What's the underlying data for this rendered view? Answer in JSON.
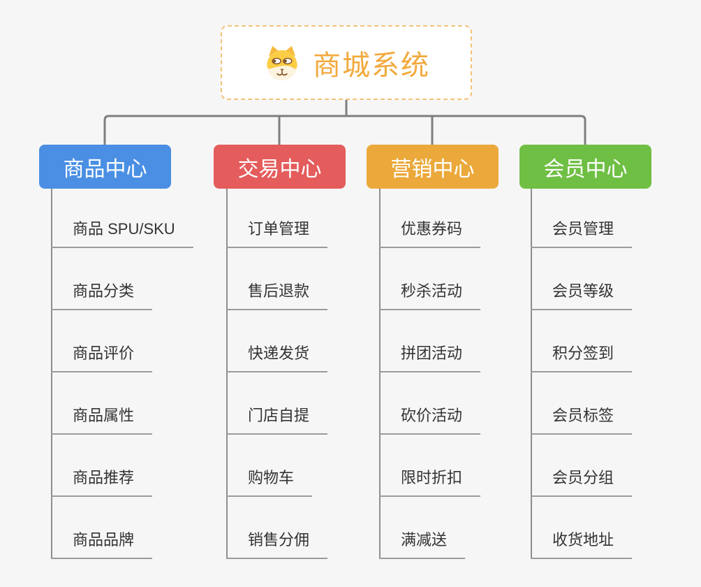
{
  "page": {
    "background": "#f6f6f6"
  },
  "root": {
    "title": "商城系统",
    "icon": "dog-face-icon",
    "text_color": "#f2a93c",
    "border_color": "#f3c279",
    "background": "#ffffff"
  },
  "connector": {
    "color": "#7e7e7e",
    "trunk_color": "#8e8e8e",
    "underline_color": "#9b9b9b"
  },
  "branches": [
    {
      "label": "商品中心",
      "color": "#4a8fe3",
      "items": [
        "商品 SPU/SKU",
        "商品分类",
        "商品评价",
        "商品属性",
        "商品推荐",
        "商品品牌"
      ]
    },
    {
      "label": "交易中心",
      "color": "#e45c5c",
      "items": [
        "订单管理",
        "售后退款",
        "快递发货",
        "门店自提",
        "购物车",
        "销售分佣"
      ]
    },
    {
      "label": "营销中心",
      "color": "#eba93b",
      "items": [
        "优惠券码",
        "秒杀活动",
        "拼团活动",
        "砍价活动",
        "限时折扣",
        "满减送"
      ]
    },
    {
      "label": "会员中心",
      "color": "#6fbf44",
      "items": [
        "会员管理",
        "会员等级",
        "积分签到",
        "会员标签",
        "会员分组",
        "收货地址"
      ]
    }
  ]
}
